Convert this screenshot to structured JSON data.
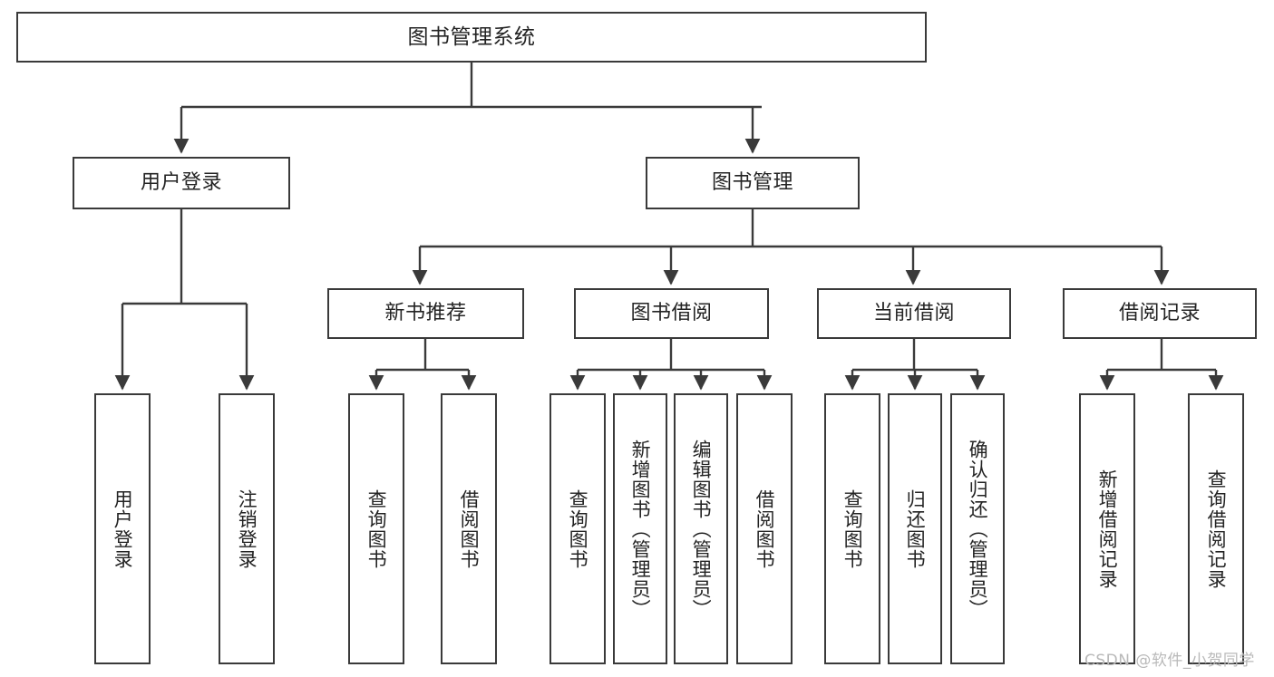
{
  "diagram": {
    "title": "图书管理系统",
    "type": "tree-hierarchy",
    "watermark": "CSDN @软件_小贺同学",
    "colors": {
      "stroke": "#3a3a3a",
      "fill": "#ffffff",
      "text": "#232323",
      "watermark": "#b9b9b9"
    },
    "nodes": {
      "root": {
        "label": "图书管理系统",
        "level": 0,
        "orientation": "horizontal"
      },
      "l1": [
        {
          "id": "user-login",
          "label": "用户登录",
          "level": 1,
          "orientation": "horizontal"
        },
        {
          "id": "book-manage",
          "label": "图书管理",
          "level": 1,
          "orientation": "horizontal"
        }
      ],
      "l2": [
        {
          "id": "new-book-recommend",
          "label": "新书推荐",
          "level": 2,
          "orientation": "horizontal"
        },
        {
          "id": "book-borrow",
          "label": "图书借阅",
          "level": 2,
          "orientation": "horizontal"
        },
        {
          "id": "current-borrow",
          "label": "当前借阅",
          "level": 2,
          "orientation": "horizontal"
        },
        {
          "id": "borrow-record",
          "label": "借阅记录",
          "level": 2,
          "orientation": "horizontal"
        }
      ],
      "leaves": [
        {
          "id": "leaf-user-login",
          "label": "用户登录",
          "parent": "user-login",
          "orientation": "vertical"
        },
        {
          "id": "leaf-user-logout",
          "label": "注销登录",
          "parent": "user-login",
          "orientation": "vertical"
        },
        {
          "id": "leaf-query-book-1",
          "label": "查询图书",
          "parent": "new-book-recommend",
          "orientation": "vertical"
        },
        {
          "id": "leaf-borrow-book-1",
          "label": "借阅图书",
          "parent": "new-book-recommend",
          "orientation": "vertical"
        },
        {
          "id": "leaf-query-book-2",
          "label": "查询图书",
          "parent": "book-borrow",
          "orientation": "vertical"
        },
        {
          "id": "leaf-add-book",
          "label": "新增图书（管理员）",
          "parent": "book-borrow",
          "orientation": "vertical"
        },
        {
          "id": "leaf-edit-book",
          "label": "编辑图书（管理员）",
          "parent": "book-borrow",
          "orientation": "vertical"
        },
        {
          "id": "leaf-borrow-book-2",
          "label": "借阅图书",
          "parent": "book-borrow",
          "orientation": "vertical"
        },
        {
          "id": "leaf-query-book-3",
          "label": "查询图书",
          "parent": "current-borrow",
          "orientation": "vertical"
        },
        {
          "id": "leaf-return-book",
          "label": "归还图书",
          "parent": "current-borrow",
          "orientation": "vertical"
        },
        {
          "id": "leaf-confirm-return",
          "label": "确认归还（管理员）",
          "parent": "current-borrow",
          "orientation": "vertical"
        },
        {
          "id": "leaf-add-record",
          "label": "新增借阅记录",
          "parent": "borrow-record",
          "orientation": "vertical"
        },
        {
          "id": "leaf-query-record",
          "label": "查询借阅记录",
          "parent": "borrow-record",
          "orientation": "vertical"
        }
      ]
    }
  }
}
